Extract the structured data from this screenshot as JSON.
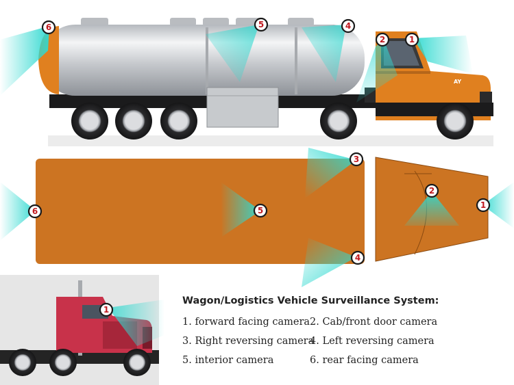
{
  "camera_numbers": [
    "1",
    "2",
    "3",
    "4",
    "5",
    "6"
  ],
  "legend": {
    "title": "Wagon/Logistics Vehicle Surveillance System:",
    "items": [
      "1. forward facing camera",
      "2. Cab/front door camera",
      "3. Right reversing camera",
      "4. Left reversing camera",
      "5. interior camera",
      "6. rear facing camera"
    ]
  },
  "cab_logo": "AY",
  "colors": {
    "trailer_orange": "#cc7422",
    "cab_orange": "#e0801f",
    "tractor_red": "#c8324a",
    "camera_beam": "#2fd9d0",
    "badge_ring": "#c0191f",
    "tank_silver": "#c9ccd0"
  }
}
